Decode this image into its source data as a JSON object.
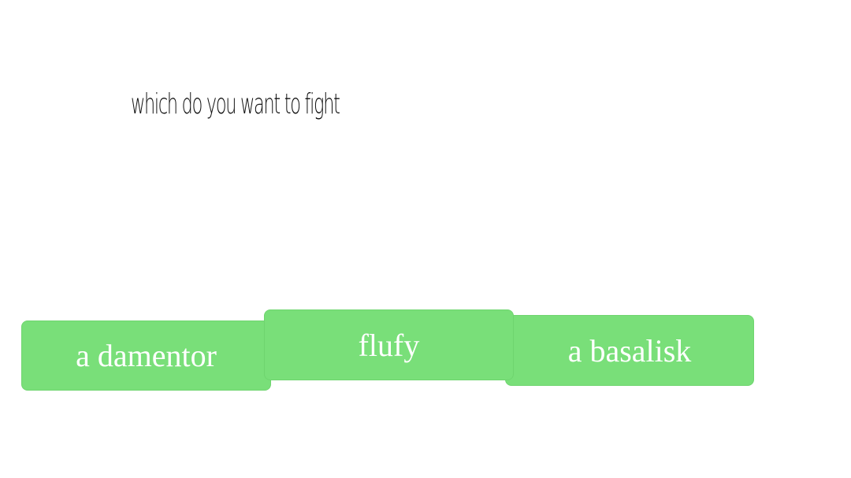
{
  "question": {
    "text": "which do you want to fight"
  },
  "choices": [
    {
      "label": "a damentor"
    },
    {
      "label": "flufy"
    },
    {
      "label": "a basalisk"
    }
  ],
  "colors": {
    "background": "#ffffff",
    "button": "#79df79",
    "button_text": "#ffffff",
    "prompt_text": "#111111"
  }
}
